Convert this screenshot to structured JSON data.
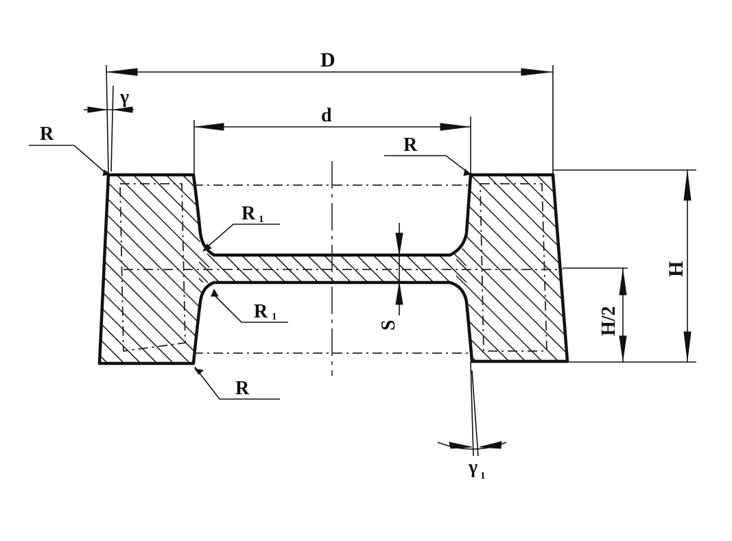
{
  "labels": {
    "D": "D",
    "d": "d",
    "gamma": "γ",
    "R_top_left": "R",
    "R_top_right": "R",
    "R_bottom": "R",
    "R1_main_upper": "R",
    "R1_sub_upper": "1",
    "R1_main_lower": "R",
    "R1_sub_lower": "1",
    "S": "S",
    "H": "H",
    "H_half": "H/2",
    "gamma1_main": "γ",
    "gamma1_sub": "1"
  }
}
